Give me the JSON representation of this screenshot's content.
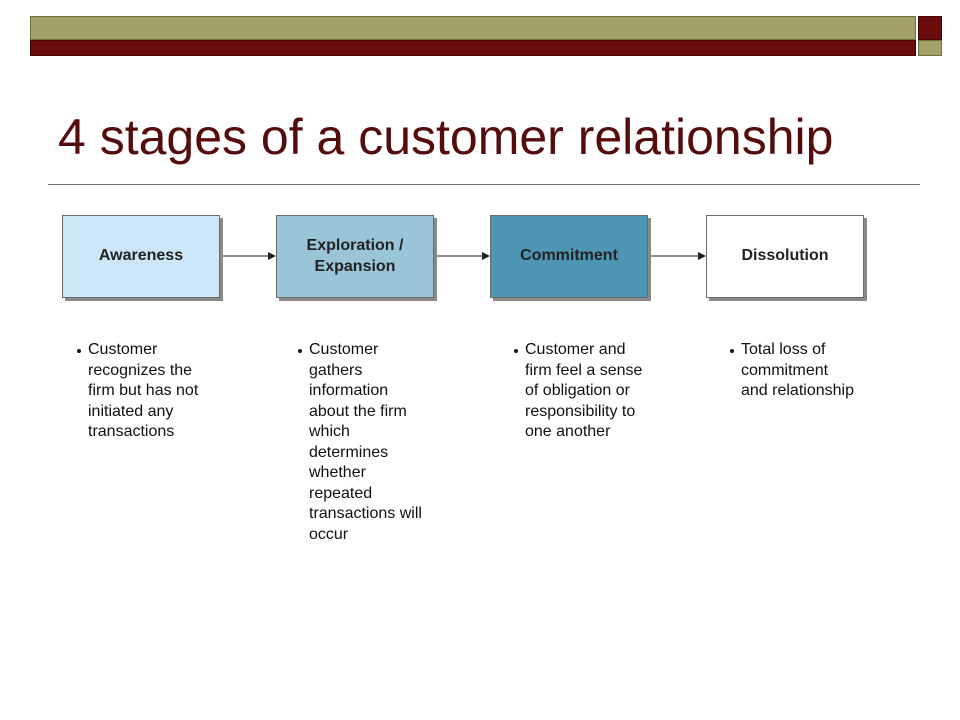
{
  "slide": {
    "title": "4 stages of a customer relationship"
  },
  "stages": [
    {
      "label": "Awareness",
      "description": "Customer recognizes the firm but has not initiated any transactions",
      "fill": "#cce6f8"
    },
    {
      "label": "Exploration / Expansion",
      "description": "Customer gathers information about the firm which determines whether repeated transactions will occur",
      "fill": "#9ac4d8"
    },
    {
      "label": "Commitment",
      "description": "Customer and firm feel a sense of obligation or responsibility to one another",
      "fill": "#4d95b2"
    },
    {
      "label": "Dissolution",
      "description": "Total loss of commitment and relationship",
      "fill": "#ffffff"
    }
  ],
  "colors": {
    "title": "#550c0c",
    "bar_olive": "#a3a06a",
    "bar_red": "#6b0b0b"
  }
}
